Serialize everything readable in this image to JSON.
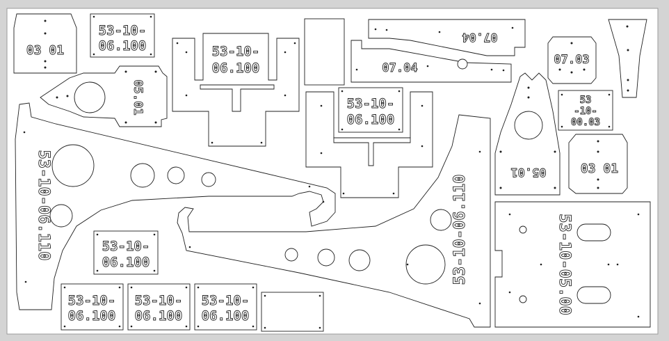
{
  "colors": {
    "background": "#d4d4d4",
    "sheet": "#ffffff",
    "line": "#1e1e1e"
  },
  "labels": {
    "plate_top_left": [
      "53-10-",
      "06.100"
    ],
    "plate_top_center": [
      "53-10-",
      "06.100"
    ],
    "plate_center": [
      "53-10-",
      "06.100"
    ],
    "plate_mid_left": [
      "53-10-",
      "06.100"
    ],
    "plate_bottom_1": [
      "53-10-",
      "06.100"
    ],
    "plate_bottom_2": [
      "53-10-",
      "06.100"
    ],
    "plate_bottom_3": [
      "53-10-",
      "06.100"
    ],
    "part_0301_top": "03 01",
    "part_0301_right": "03 01",
    "part_0501_top": "05.01",
    "part_0501_right": "05.01",
    "part_0704_mirrored": "07.04",
    "part_0704": "07.04",
    "part_0703": "07.03",
    "plate_right_small": [
      "53",
      "-10-",
      "00.03"
    ],
    "long_arm_left": "53-10-06.110",
    "long_arm_right": "53-10-06.110",
    "base_plate_right": "53-10-05.00"
  }
}
